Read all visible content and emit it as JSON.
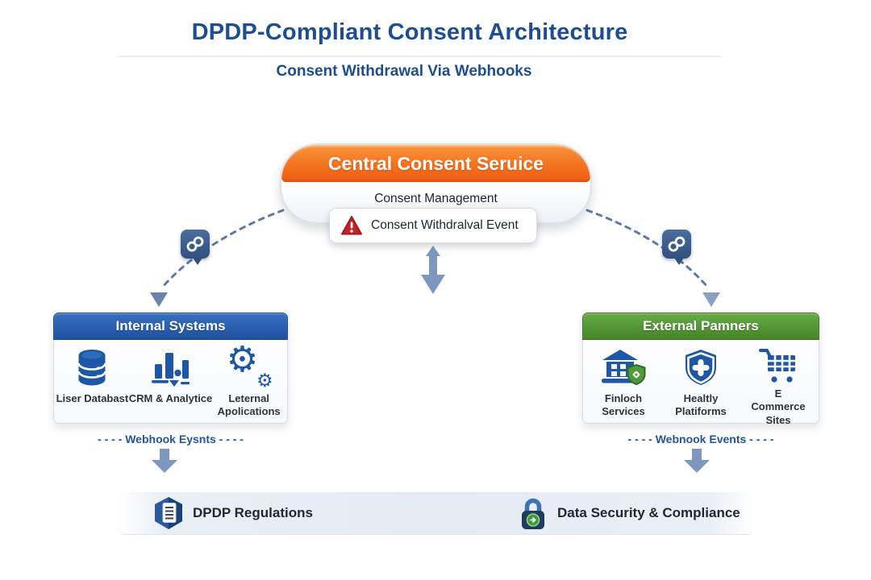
{
  "page": {
    "title": "DPDP-Compliant Consent Architecture",
    "subtitle": "Consent Withdrawal Via Webhooks"
  },
  "central_service": {
    "title": "Central Consent Seruice",
    "subtitle": "Consent Management",
    "event_label": "Consent Withdralval Event"
  },
  "internal_systems": {
    "title": "Internal Systems",
    "items": [
      {
        "icon": "database-icon",
        "label": "Liser Databast"
      },
      {
        "icon": "bar-chart-icon",
        "label": "CRM & Analytice"
      },
      {
        "icon": "gears-icon",
        "label": "Leternal Apolications"
      }
    ],
    "webhook_label": "- - - -  Webhook Eysnts  - - - -"
  },
  "external_partners": {
    "title": "External Pamners",
    "items": [
      {
        "icon": "bank-icon",
        "label": "Finloch Services"
      },
      {
        "icon": "shield-icon",
        "label": "Healtly Platiforms"
      },
      {
        "icon": "cart-icon",
        "label": "E Commerce Sites"
      }
    ],
    "webhook_label": "- - - -  Webnook Events  - - - -"
  },
  "footer": {
    "left_label": "DPDP Regulations",
    "right_label": "Data Security & Compliance"
  },
  "colors": {
    "title_blue": "#1d4e91",
    "accent_orange": "#f3731f",
    "accent_blue": "#2b62b4",
    "accent_green": "#55993a",
    "icon_blue": "#1d57a5",
    "connector_blue": "#5d79a8",
    "arrow_blue": "#7d97bf",
    "alert_red": "#c4232a",
    "badge_green": "#4f9a3c"
  }
}
